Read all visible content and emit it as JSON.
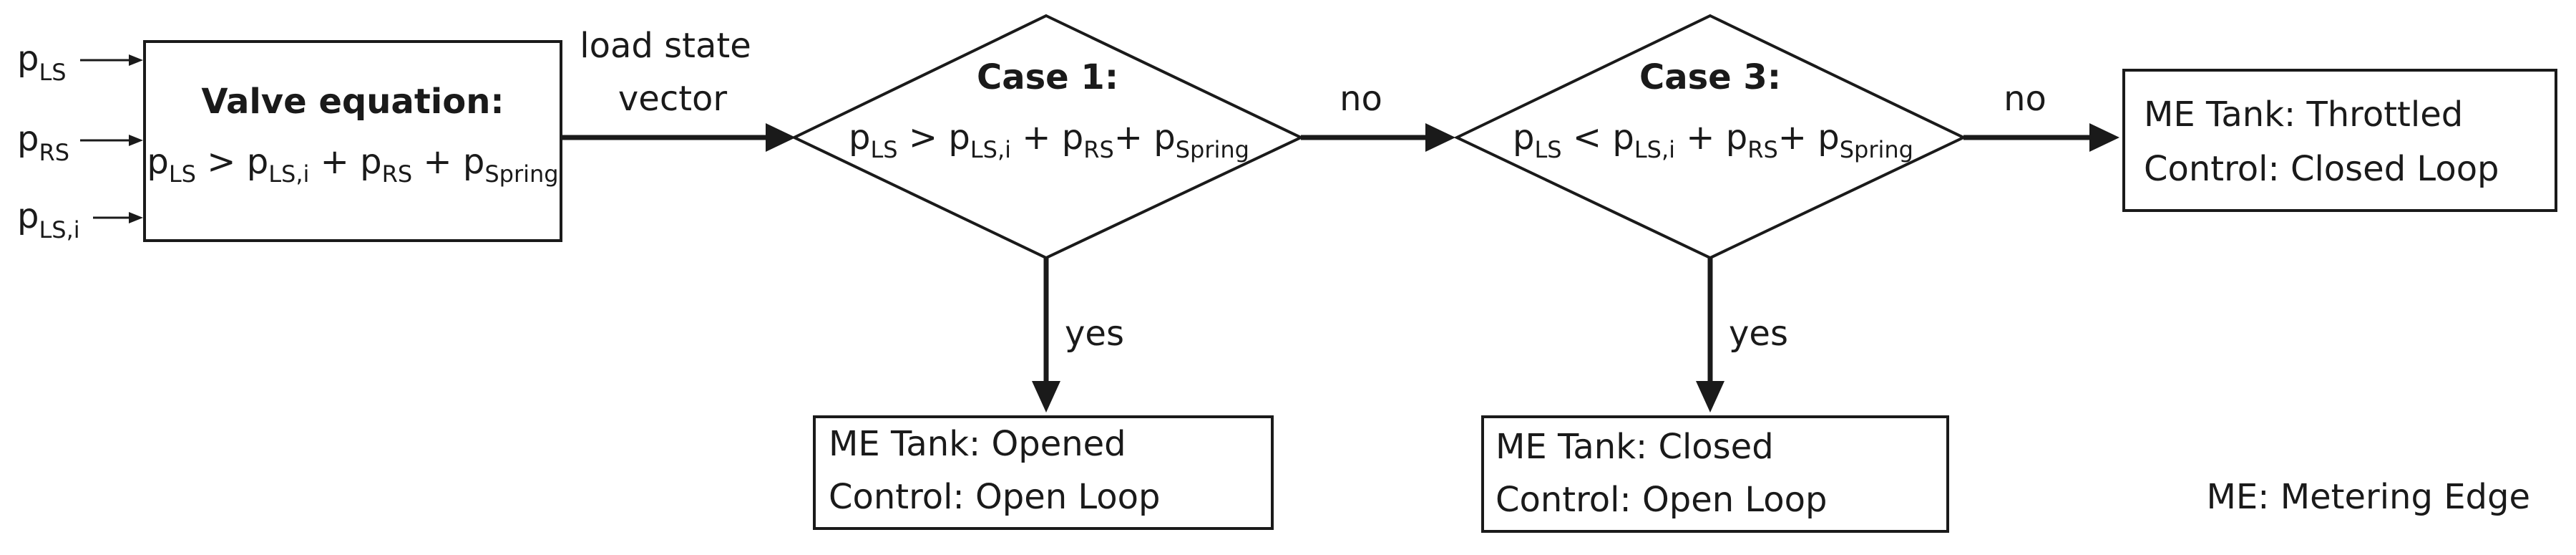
{
  "inputs": {
    "p_ls": {
      "base": "p",
      "sub": "LS"
    },
    "p_rs": {
      "base": "p",
      "sub": "RS"
    },
    "p_lsi": {
      "base": "p",
      "sub": "LS,i"
    }
  },
  "valve": {
    "title": "Valve equation:",
    "equation": {
      "t1": "p",
      "s1": "LS",
      "op1": " > ",
      "t2": "p",
      "s2": "LS,i",
      "op2": " + ",
      "t3": "p",
      "s3": "RS",
      "op3": " + ",
      "t4": "p",
      "s4": "Spring"
    }
  },
  "edges": {
    "load_state_line1": "load state",
    "load_state_line2": "vector",
    "no1": "no",
    "no2": "no",
    "yes1": "yes",
    "yes2": "yes"
  },
  "case1": {
    "title": "Case 1:",
    "equation": {
      "t1": "p",
      "s1": "LS",
      "op1": " > ",
      "t2": "p",
      "s2": "LS,i",
      "op2": " + ",
      "t3": "p",
      "s3": "RS",
      "op3": "+ ",
      "t4": "p",
      "s4": "Spring"
    }
  },
  "case3": {
    "title": "Case 3:",
    "equation": {
      "t1": "p",
      "s1": "LS",
      "op1": " < ",
      "t2": "p",
      "s2": "LS,i",
      "op2": " + ",
      "t3": "p",
      "s3": "RS",
      "op3": "+ ",
      "t4": "p",
      "s4": "Spring"
    }
  },
  "result_opened": {
    "line1": "ME Tank: Opened",
    "line2": "Control: Open Loop"
  },
  "result_closed": {
    "line1": "ME Tank: Closed",
    "line2": "Control: Open Loop"
  },
  "result_throttled": {
    "line1": "ME Tank: Throttled",
    "line2": "Control: Closed Loop"
  },
  "legend": "ME: Metering Edge"
}
